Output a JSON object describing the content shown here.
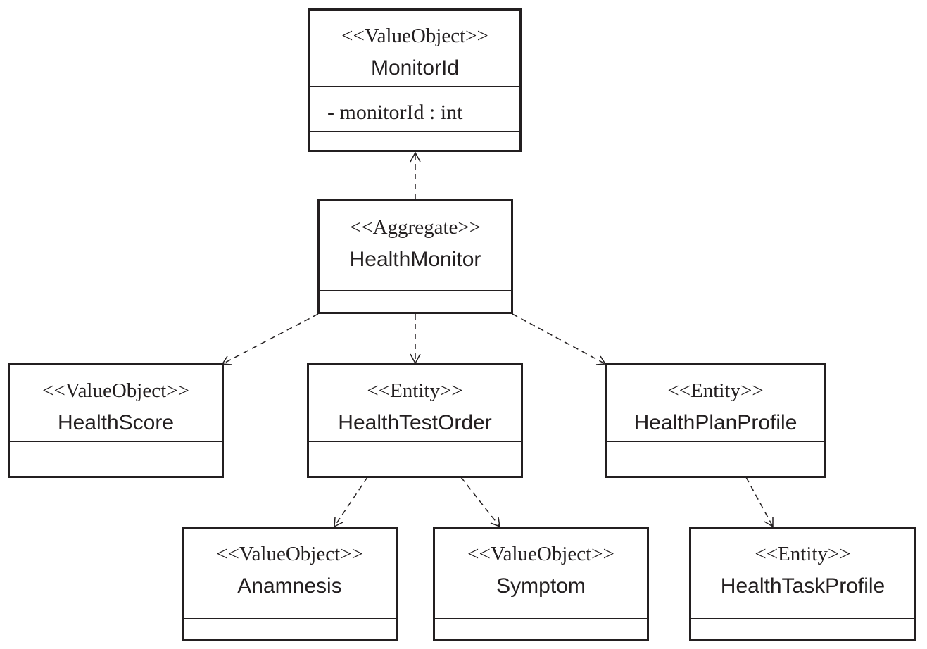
{
  "classes": {
    "monitor_id": {
      "stereotype": "<<ValueObject>>",
      "name": "MonitorId",
      "attributes": [
        "- monitorId : int"
      ]
    },
    "health_monitor": {
      "stereotype": "<<Aggregate>>",
      "name": "HealthMonitor",
      "attributes": []
    },
    "health_score": {
      "stereotype": "<<ValueObject>>",
      "name": "HealthScore",
      "attributes": []
    },
    "health_test_order": {
      "stereotype": "<<Entity>>",
      "name": "HealthTestOrder",
      "attributes": []
    },
    "health_plan_profile": {
      "stereotype": "<<Entity>>",
      "name": "HealthPlanProfile",
      "attributes": []
    },
    "anamnesis": {
      "stereotype": "<<ValueObject>>",
      "name": "Anamnesis",
      "attributes": []
    },
    "symptom": {
      "stereotype": "<<ValueObject>>",
      "name": "Symptom",
      "attributes": []
    },
    "health_task_profile": {
      "stereotype": "<<Entity>>",
      "name": "HealthTaskProfile",
      "attributes": []
    }
  },
  "dependencies": [
    {
      "from": "HealthMonitor",
      "to": "MonitorId",
      "style": "dashed",
      "arrow": "open"
    },
    {
      "from": "HealthMonitor",
      "to": "HealthScore",
      "style": "dashed",
      "arrow": "open"
    },
    {
      "from": "HealthMonitor",
      "to": "HealthTestOrder",
      "style": "dashed",
      "arrow": "open"
    },
    {
      "from": "HealthMonitor",
      "to": "HealthPlanProfile",
      "style": "dashed",
      "arrow": "open"
    },
    {
      "from": "HealthTestOrder",
      "to": "Anamnesis",
      "style": "dashed",
      "arrow": "open"
    },
    {
      "from": "HealthTestOrder",
      "to": "Symptom",
      "style": "dashed",
      "arrow": "open"
    },
    {
      "from": "HealthPlanProfile",
      "to": "HealthTaskProfile",
      "style": "dashed",
      "arrow": "open"
    }
  ],
  "colors": {
    "line": "#231f20",
    "background": "#ffffff"
  }
}
